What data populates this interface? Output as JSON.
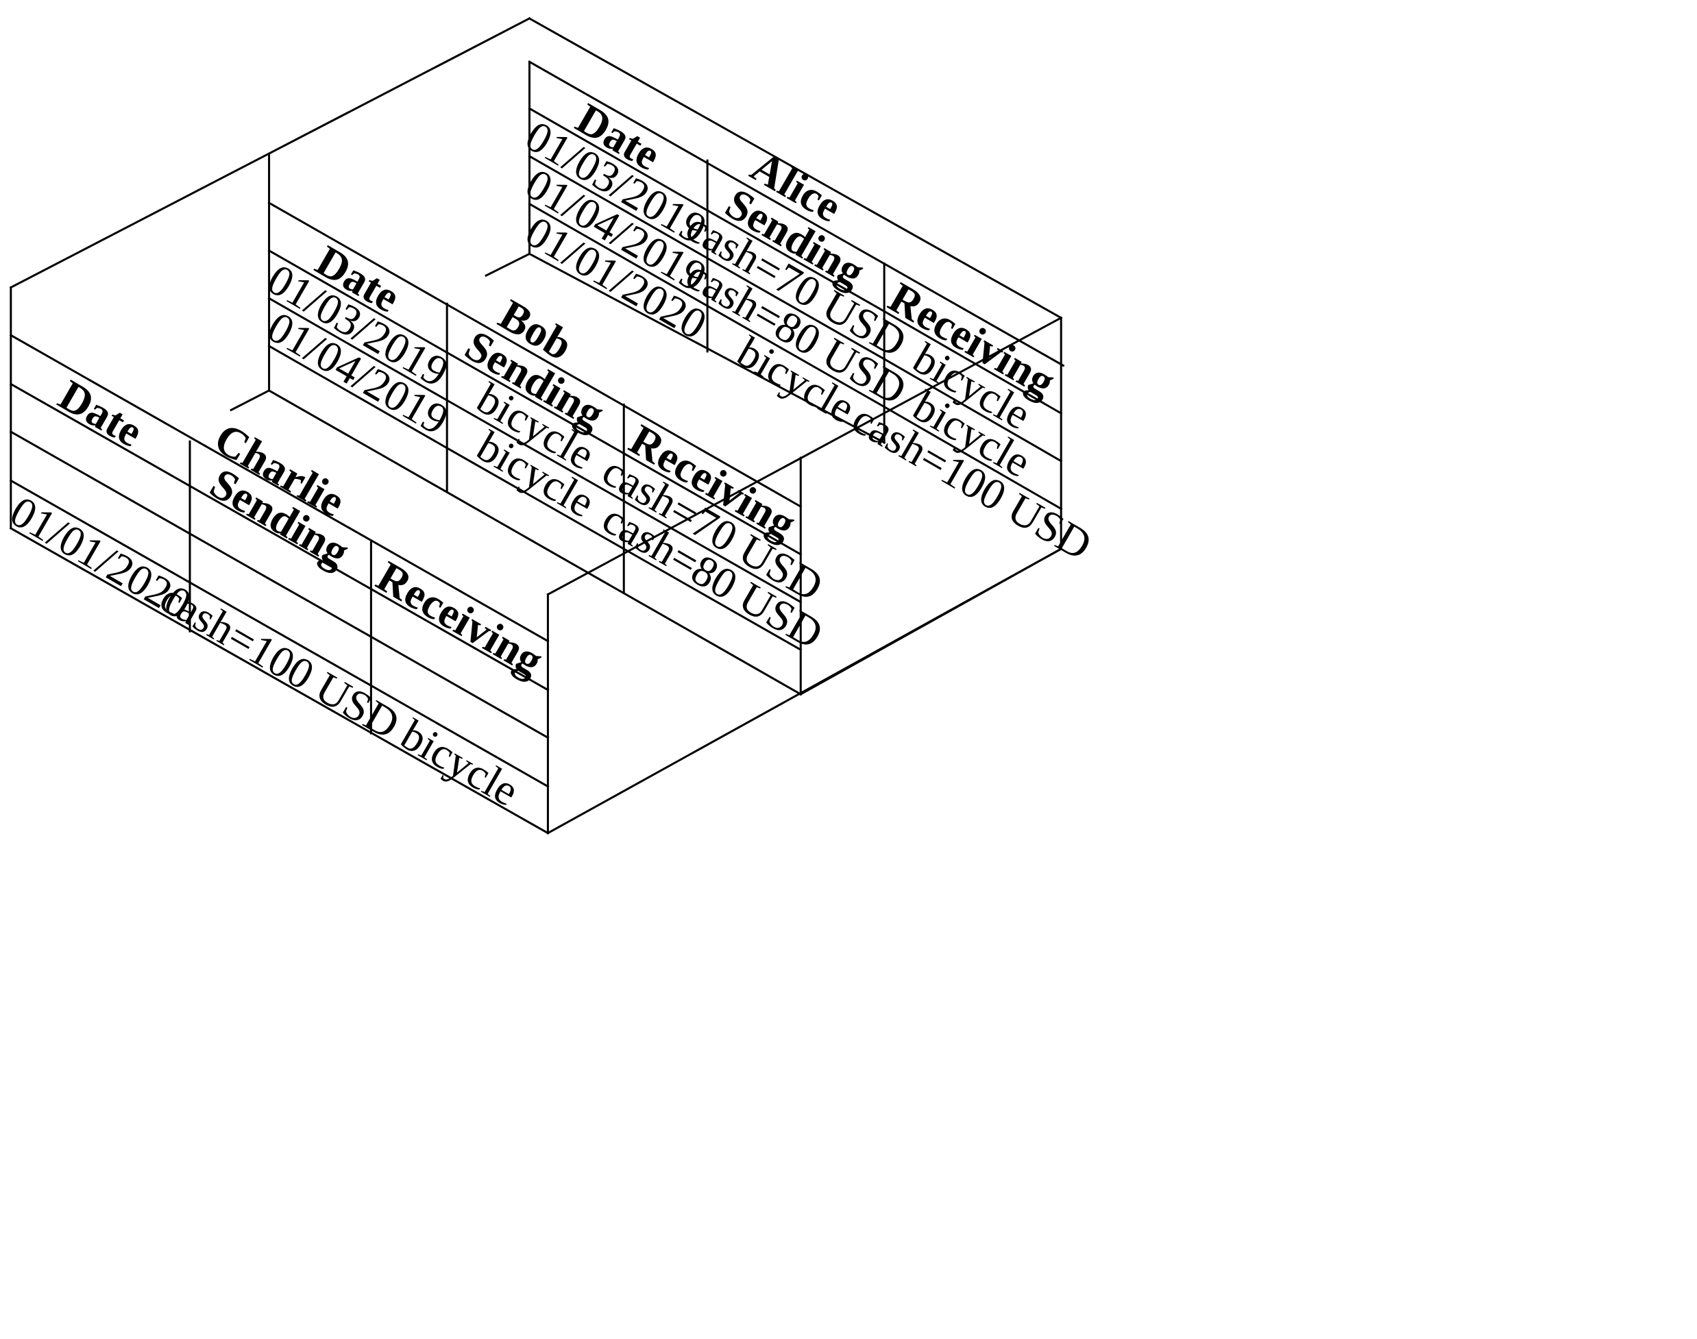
{
  "tables": [
    {
      "id": "alice",
      "person": "Alice",
      "date_header": "Date",
      "sending_header": "Sending",
      "receiving_header": "Receiving",
      "dates": [
        "01/03/2019",
        "01/04/2019",
        "01/01/2020"
      ],
      "sending": [
        "cash=70 USD",
        "cash=80 USD",
        "bicycle"
      ],
      "receiving": [
        "bicycle",
        "bicycle",
        "cash=100 USD"
      ]
    },
    {
      "id": "bob",
      "person": "Bob",
      "date_header": "Date",
      "sending_header": "Sending",
      "receiving_header": "Receiving",
      "dates": [
        "01/03/2019",
        "01/04/2019",
        ""
      ],
      "sending": [
        "bicycle",
        "bicycle",
        ""
      ],
      "receiving": [
        "cash=70 USD",
        "cash=80 USD",
        ""
      ]
    },
    {
      "id": "charlie",
      "person": "Charlie",
      "date_header": "Date",
      "sending_header": "Sending",
      "receiving_header": "Receiving",
      "dates": [
        "",
        "",
        "01/01/2020"
      ],
      "sending": [
        "",
        "",
        "cash=100 USD"
      ],
      "receiving": [
        "",
        "",
        "bicycle"
      ]
    }
  ],
  "colors": {
    "line": "#000000",
    "text": "#000000",
    "background": "#ffffff"
  }
}
